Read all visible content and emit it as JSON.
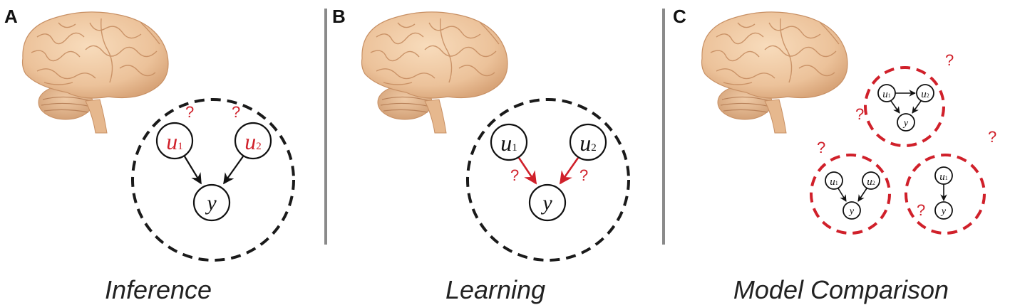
{
  "panels": [
    {
      "letter": "A",
      "caption": "Inference"
    },
    {
      "letter": "B",
      "caption": "Learning"
    },
    {
      "letter": "C",
      "caption": "Model Comparison"
    }
  ],
  "nodes": {
    "u": "u",
    "y": "y",
    "sub1": "1",
    "sub2": "2"
  },
  "question_mark": "?",
  "colors": {
    "highlight": "#d0202a",
    "ink": "#111111",
    "divider": "#8a8a8a",
    "brain": "#f0c9a0"
  },
  "icons": [
    "brain-icon"
  ]
}
